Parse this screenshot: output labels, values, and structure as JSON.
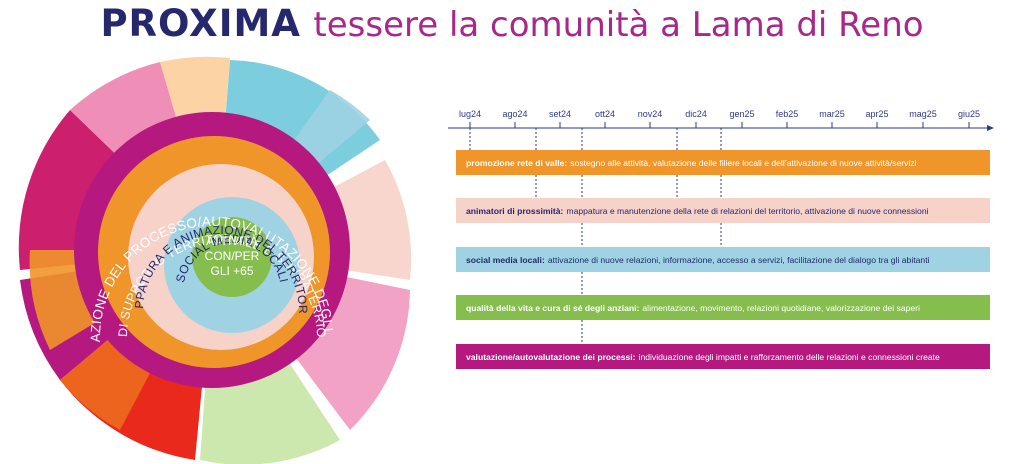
{
  "title": {
    "brand": "PROXIMA",
    "tagline": "tessere la comunità a Lama di Reno"
  },
  "wheel": {
    "rings": [
      {
        "label": "VALUTAZIONE DEL PROCESSO/AUTOVALUTAZIONE DEGLI ATTORI",
        "color": "#b5197f"
      },
      {
        "label": "RETE DI SUPPORTO TERRITORIALE E SOVRATERRIORIALE",
        "color": "#f0952a"
      },
      {
        "label": "MAPPATURA E ANIMAZIONE DEL TERRITORIO",
        "color": "#f7d2c9"
      },
      {
        "label": "SOCIAL MEDIA LOCALI",
        "color": "#9fd3e3"
      }
    ],
    "center": {
      "lines": [
        "ATTIVITÀ",
        "CON/PER",
        "GLI +65"
      ],
      "color": "#86be4e"
    }
  },
  "timeline": {
    "months": [
      "lug24",
      "ago24",
      "set24",
      "ott24",
      "nov24",
      "dic24",
      "gen25",
      "feb25",
      "mar25",
      "apr25",
      "mag25",
      "giu25"
    ],
    "axis_color": "#2a3a8c",
    "activities": [
      {
        "title": "promozione rete di valle:",
        "desc": "sostegno alle attività, valutazione delle filiere locali e dell’attivazione di nuove attività/servizi",
        "color": "#f0952a",
        "text": "dark"
      },
      {
        "title": "animatori di prossimità:",
        "desc": "mappatura e manutenzione della rete di relazioni del territorio, attivazione di nuove connessioni",
        "color": "#f7d2c9",
        "text": "light"
      },
      {
        "title": "social media locali:",
        "desc": "attivazione di nuove relazioni, informazione, accesso a servizi, facilitazione del dialogo tra gli abitanti",
        "color": "#9fd3e3",
        "text": "light"
      },
      {
        "title": "qualità della vita e cura di sé degli anziani:",
        "desc": "alimentazione, movimento, relazioni quotidiane, valorizzazione dei saperi",
        "color": "#86be4e",
        "text": "dark"
      },
      {
        "title": "valutazione/autovalutazione dei processi:",
        "desc": "individuazione degli impatti e rafforzamento delle relazioni e connessioni create",
        "color": "#b5197f",
        "text": "dark"
      }
    ]
  }
}
